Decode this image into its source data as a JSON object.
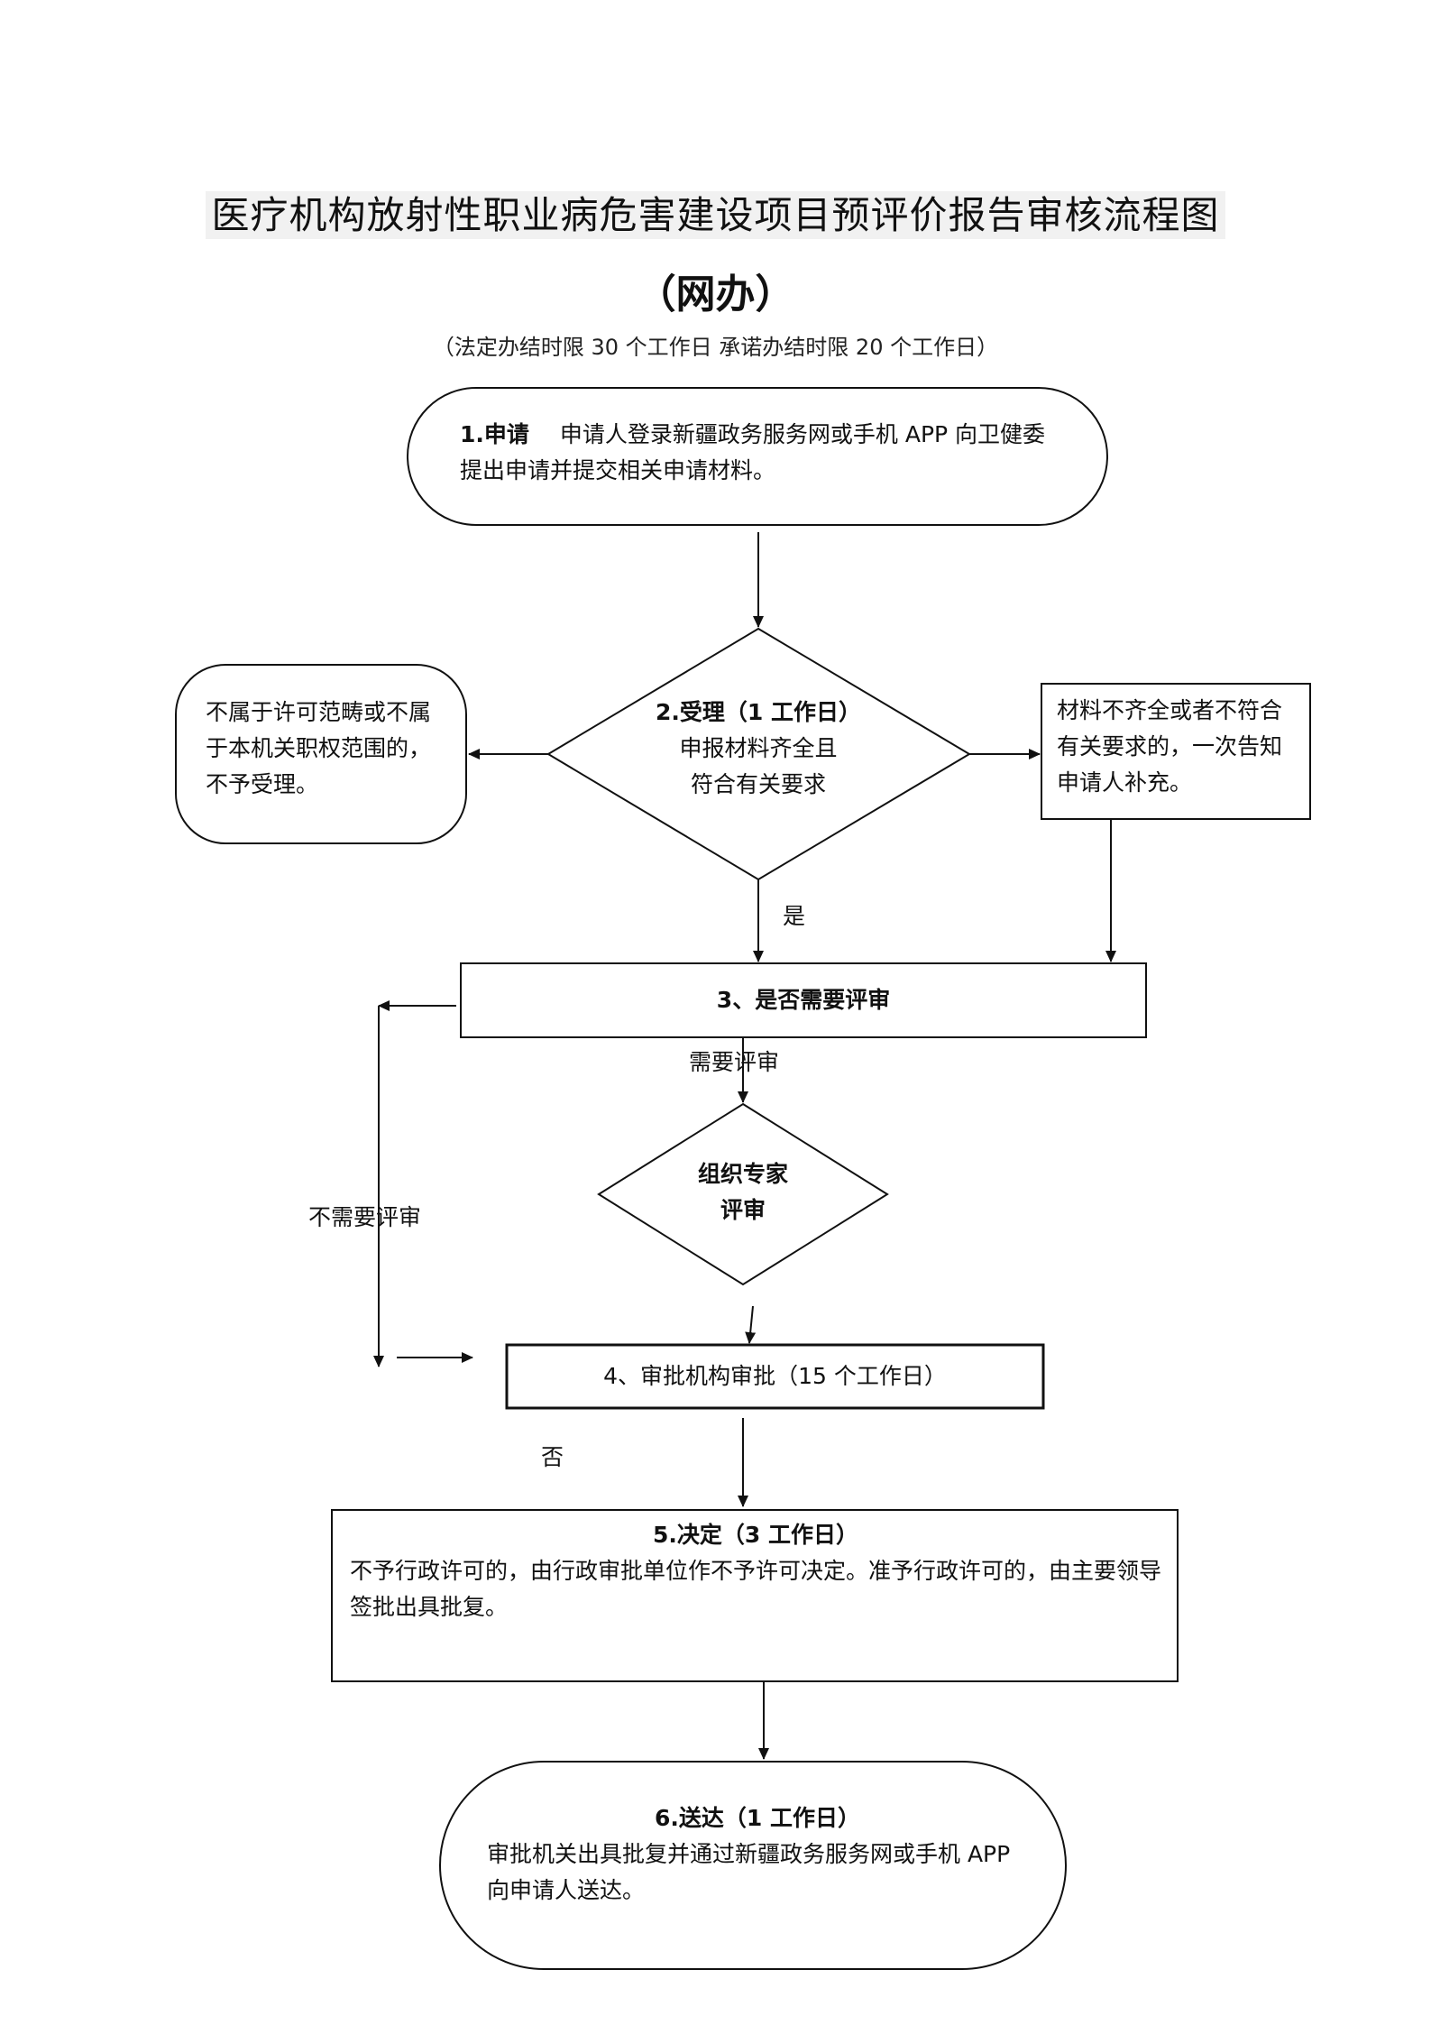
{
  "title": "医疗机构放射性职业病危害建设项目预评价报告审核流程图",
  "subtitle": "（网办）",
  "time_limit": "（法定办结时限 30 个工作日    承诺办结时限 20 个工作日）",
  "nodes": {
    "apply": {
      "label": "1.申请",
      "text": "申请人登录新疆政务服务网或手机 APP 向卫健委提出申请并提交相关申请材料。"
    },
    "accept": {
      "label": "2.受理（1 工作日）",
      "line1": "申报材料齐全且",
      "line2": "符合有关要求"
    },
    "reject_scope": {
      "text": "不属于许可范畴或不属于本机关职权范围的，不予受理。"
    },
    "supplement": {
      "text": "材料不齐全或者不符合有关要求的，一次告知申请人补充。"
    },
    "review_needed": {
      "label": "3、是否需要评审"
    },
    "expert_review": {
      "line1": "组织专家",
      "line2": "评审"
    },
    "approval": {
      "label": "4、审批机构审批（15 个工作日）"
    },
    "decision": {
      "label": "5.决定（3 工作日）",
      "text": "不予行政许可的，由行政审批单位作不予许可决定。准予行政许可的，由主要领导签批出具批复。"
    },
    "delivery": {
      "label": "6.送达（1 工作日）",
      "text": "审批机关出具批复并通过新疆政务服务网或手机 APP 向申请人送达。"
    }
  },
  "edge_labels": {
    "yes": "是",
    "need_review": "需要评审",
    "no_review": "不需要评审",
    "no": "否"
  }
}
